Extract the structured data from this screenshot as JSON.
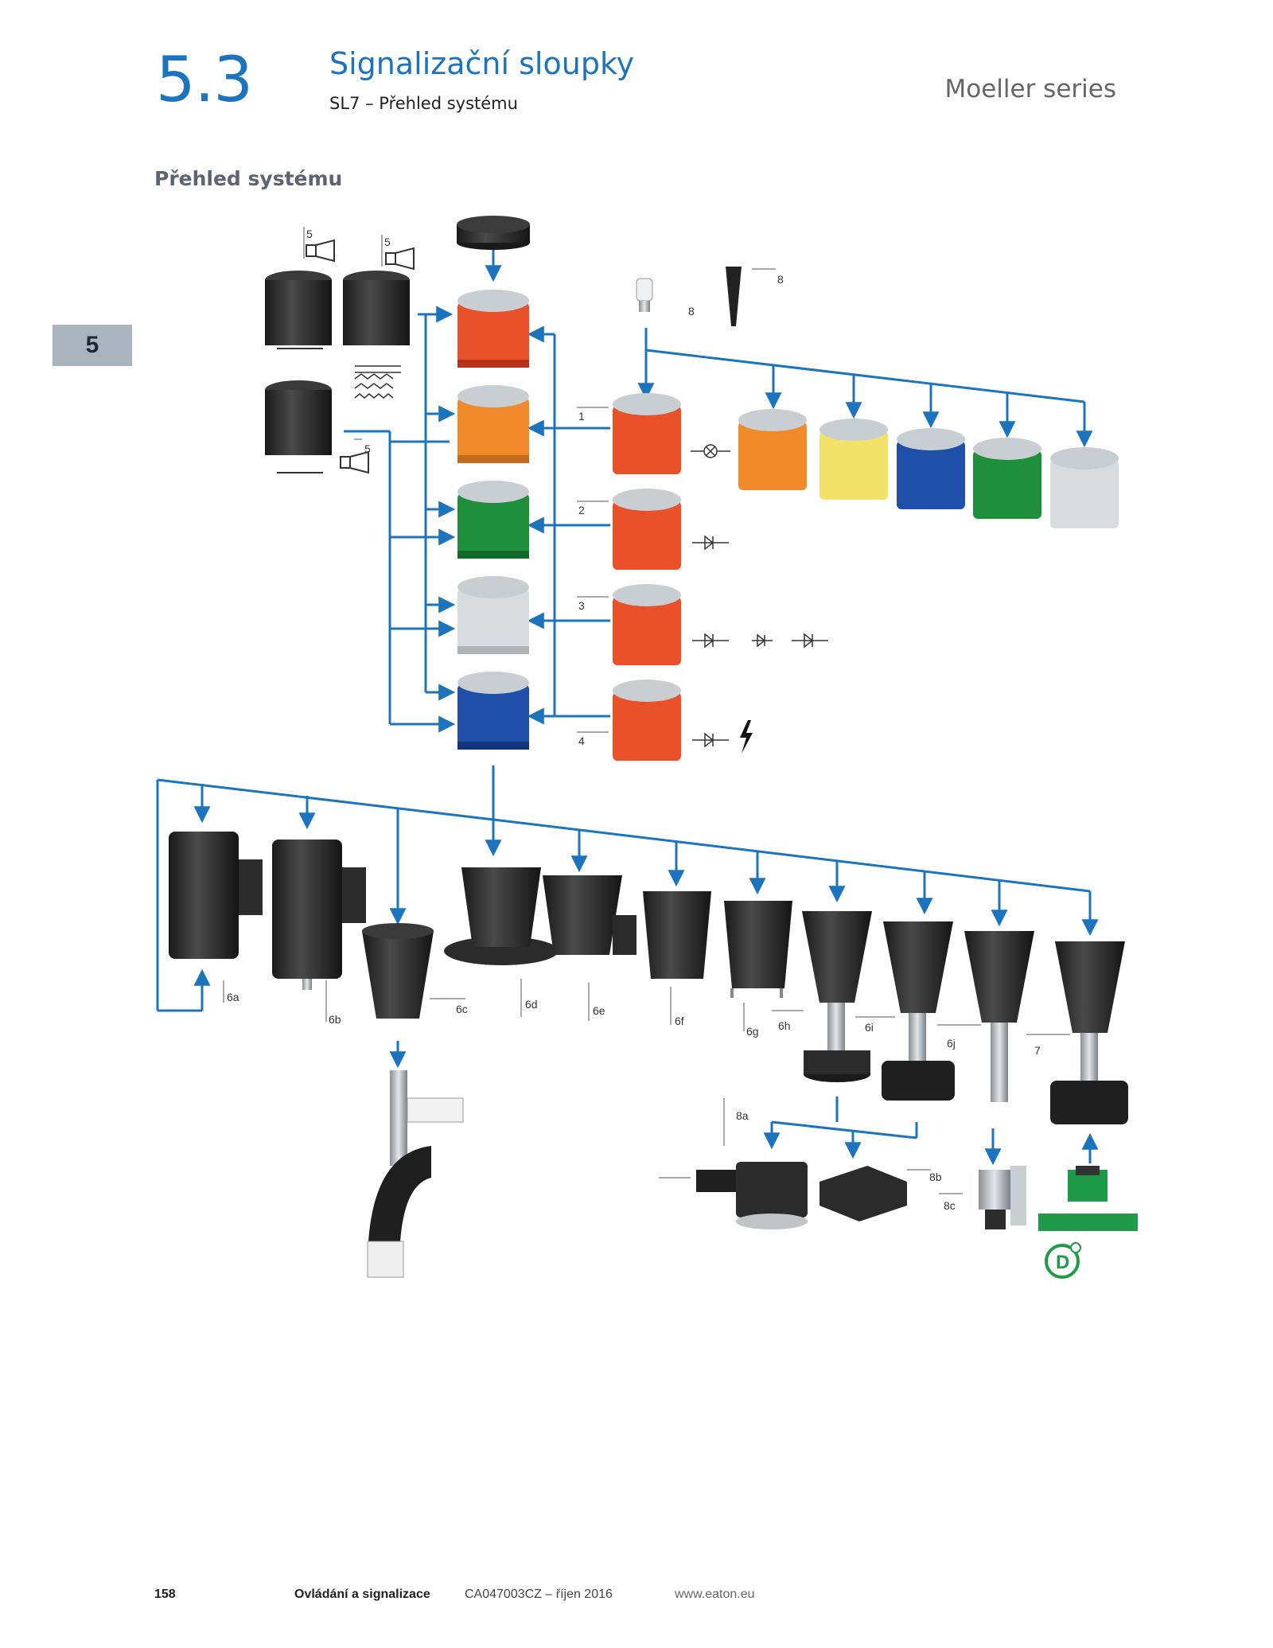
{
  "header": {
    "section_number": "5.3",
    "section_title": "Signalizační sloupky",
    "section_subtitle": "SL7 – Přehled systému",
    "series_label": "Moeller series"
  },
  "chapter_tab": {
    "number": "5"
  },
  "overview_heading": "Přehled systému",
  "diagram": {
    "callouts": {
      "c1": "1",
      "c2": "2",
      "c3": "3",
      "c4": "4",
      "c5a": "5",
      "c5b": "5",
      "c5c": "5",
      "c6a": "6a",
      "c6b": "6b",
      "c6c": "6c",
      "c6d": "6d",
      "c6e": "6e",
      "c6f": "6f",
      "c6g": "6g",
      "c6h": "6h",
      "c6i": "6i",
      "c6j": "6j",
      "c7": "7",
      "c8a": "8",
      "c8b": "8",
      "c8a_conn": "8a",
      "c8b_plate": "8b",
      "c8c_bracket": "8c"
    },
    "colors": {
      "arrow": "#1b74bd",
      "red": "#e8512a",
      "orange": "#f08a2a",
      "green": "#1f8f3c",
      "white": "#d9dcdf",
      "blue": "#1f4fa8",
      "yellow": "#f3e26a",
      "black": "#2b2b2b",
      "asi_green": "#1f9a48"
    }
  },
  "footer": {
    "page_number": "158",
    "chapter": "Ovládání a signalizace",
    "catalog": "CA047003CZ – říjen 2016",
    "website": "www.eaton.eu"
  }
}
